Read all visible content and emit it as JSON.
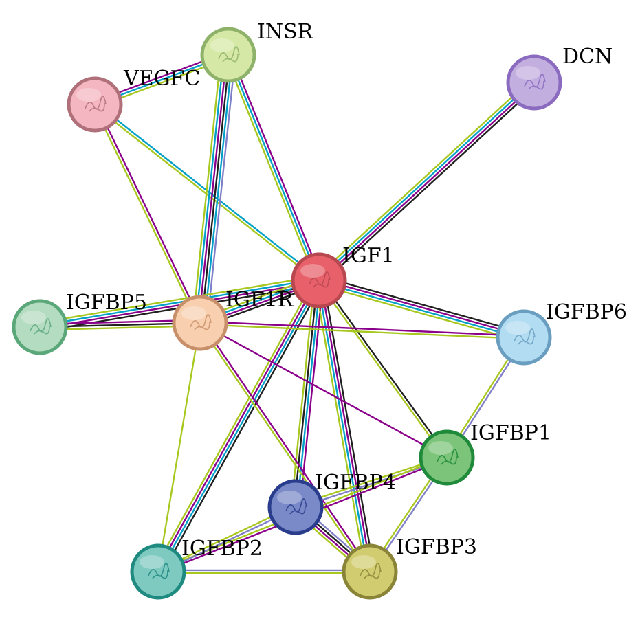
{
  "network": {
    "nodes": [
      {
        "id": "INSR",
        "label": "INSR",
        "fill": "#d6e8a6",
        "stroke": "#8fb26a"
      },
      {
        "id": "DCN",
        "label": "DCN",
        "fill": "#c3aee0",
        "stroke": "#8b6bbf"
      },
      {
        "id": "VEGFC",
        "label": "VEGFC",
        "fill": "#f4b6c0",
        "stroke": "#b0707a"
      },
      {
        "id": "IGF1",
        "label": "IGF1",
        "fill": "#e8606a",
        "stroke": "#b84850"
      },
      {
        "id": "IGFBP5",
        "label": "IGFBP5",
        "fill": "#b4dcc0",
        "stroke": "#5aa77a"
      },
      {
        "id": "IGF1R",
        "label": "IGF1R",
        "fill": "#f8d0b0",
        "stroke": "#c8906a"
      },
      {
        "id": "IGFBP6",
        "label": "IGFBP6",
        "fill": "#b2dcf2",
        "stroke": "#6a9ec0"
      },
      {
        "id": "IGFBP1",
        "label": "IGFBP1",
        "fill": "#7cc47a",
        "stroke": "#1e8a3a"
      },
      {
        "id": "IGFBP4",
        "label": "IGFBP4",
        "fill": "#7a8ac8",
        "stroke": "#2a3c8c"
      },
      {
        "id": "IGFBP2",
        "label": "IGFBP2",
        "fill": "#7ecac0",
        "stroke": "#1e8a80"
      },
      {
        "id": "IGFBP3",
        "label": "IGFBP3",
        "fill": "#d2cc70",
        "stroke": "#8a8438"
      }
    ],
    "edges": [
      {
        "a": "VEGFC",
        "b": "INSR",
        "colors": [
          "#8b008b",
          "#00a0c8",
          "#a8c820"
        ]
      },
      {
        "a": "VEGFC",
        "b": "IGF1",
        "colors": [
          "#00a0c8",
          "#a8c820"
        ]
      },
      {
        "a": "VEGFC",
        "b": "IGF1R",
        "colors": [
          "#8b008b",
          "#a8c820"
        ]
      },
      {
        "a": "INSR",
        "b": "IGF1R",
        "colors": [
          "#8080c8",
          "#00a0c8",
          "#202020",
          "#8b008b",
          "#00a0c8",
          "#a8c820"
        ]
      },
      {
        "a": "INSR",
        "b": "IGF1",
        "colors": [
          "#8b008b",
          "#00a0c8",
          "#a8c820"
        ]
      },
      {
        "a": "DCN",
        "b": "IGF1",
        "colors": [
          "#202020",
          "#8b008b",
          "#00a0c8",
          "#a8c820"
        ]
      },
      {
        "a": "IGF1",
        "b": "IGFBP5",
        "colors": [
          "#202020",
          "#8b008b",
          "#00a0c8",
          "#a8c820"
        ]
      },
      {
        "a": "IGF1",
        "b": "IGF1R",
        "colors": [
          "#202020",
          "#8b008b",
          "#00a0c8",
          "#a8c820"
        ]
      },
      {
        "a": "IGF1",
        "b": "IGFBP6",
        "colors": [
          "#202020",
          "#8b008b",
          "#00a0c8",
          "#a8c820"
        ]
      },
      {
        "a": "IGF1",
        "b": "IGFBP1",
        "colors": [
          "#202020",
          "#a8c820"
        ]
      },
      {
        "a": "IGF1",
        "b": "IGFBP4",
        "colors": [
          "#8b008b",
          "#00a0c8",
          "#202020",
          "#a8c820"
        ]
      },
      {
        "a": "IGF1",
        "b": "IGFBP3",
        "colors": [
          "#202020",
          "#8b008b",
          "#00a0c8",
          "#a8c820"
        ]
      },
      {
        "a": "IGF1",
        "b": "IGFBP2",
        "colors": [
          "#202020",
          "#00a0c8",
          "#8b008b",
          "#a8c820"
        ]
      },
      {
        "a": "IGFBP5",
        "b": "IGF1R",
        "colors": [
          "#8b008b",
          "#202020",
          "#a8c820"
        ]
      },
      {
        "a": "IGF1R",
        "b": "IGFBP6",
        "colors": [
          "#8b008b",
          "#a8c820"
        ]
      },
      {
        "a": "IGF1R",
        "b": "IGFBP1",
        "colors": [
          "#8b008b"
        ]
      },
      {
        "a": "IGF1R",
        "b": "IGFBP3",
        "colors": [
          "#8b008b",
          "#a8c820"
        ]
      },
      {
        "a": "IGF1R",
        "b": "IGFBP2",
        "colors": [
          "#a8c820"
        ]
      },
      {
        "a": "IGFBP6",
        "b": "IGFBP1",
        "colors": [
          "#8080c8",
          "#a8c820"
        ]
      },
      {
        "a": "IGFBP1",
        "b": "IGFBP4",
        "colors": [
          "#8080c8",
          "#a8c820"
        ]
      },
      {
        "a": "IGFBP1",
        "b": "IGFBP3",
        "colors": [
          "#8080c8",
          "#a8c820"
        ]
      },
      {
        "a": "IGFBP1",
        "b": "IGFBP2",
        "colors": [
          "#8b008b",
          "#a8c820"
        ]
      },
      {
        "a": "IGFBP4",
        "b": "IGFBP2",
        "colors": [
          "#8080c8",
          "#a8c820"
        ]
      },
      {
        "a": "IGFBP4",
        "b": "IGFBP3",
        "colors": [
          "#8080c8",
          "#202020",
          "#8b008b",
          "#a8c820"
        ]
      },
      {
        "a": "IGFBP2",
        "b": "IGFBP3",
        "colors": [
          "#8080c8",
          "#a8c820"
        ]
      }
    ]
  }
}
